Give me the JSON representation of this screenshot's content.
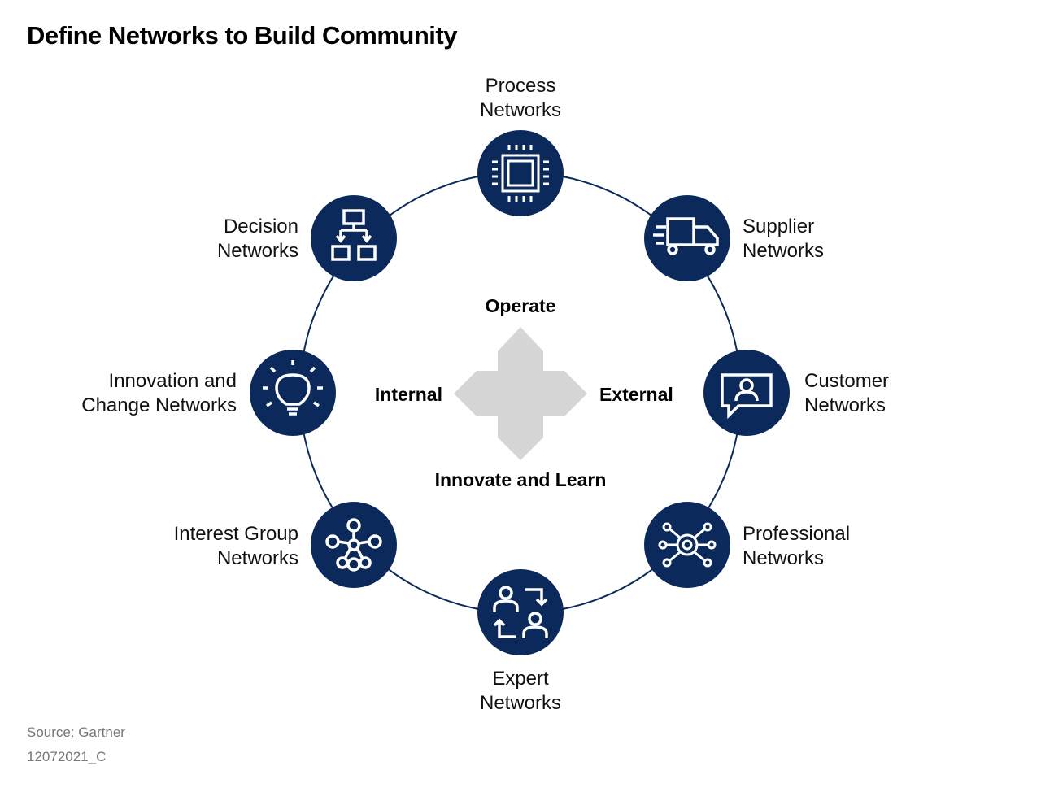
{
  "title": "Define Networks to Build Community",
  "colors": {
    "node": "#0b2a5b",
    "ring": "#0b2a5b",
    "arrows": "#d6d6d6",
    "footer": "#777777"
  },
  "center": {
    "top": "Operate",
    "bottom": "Innovate and Learn",
    "left": "Internal",
    "right": "External"
  },
  "networks": [
    {
      "icon": "chip-icon",
      "line1": "Process",
      "line2": "Networks"
    },
    {
      "icon": "truck-icon",
      "line1": "Supplier",
      "line2": "Networks"
    },
    {
      "icon": "chat-person-icon",
      "line1": "Customer",
      "line2": "Networks"
    },
    {
      "icon": "target-network-icon",
      "line1": "Professional",
      "line2": "Networks"
    },
    {
      "icon": "people-exchange-icon",
      "line1": "Expert",
      "line2": "Networks"
    },
    {
      "icon": "hub-network-icon",
      "line1": "Interest Group",
      "line2": "Networks"
    },
    {
      "icon": "lightbulb-icon",
      "line1": "Innovation and",
      "line2": "Change Networks"
    },
    {
      "icon": "flowchart-icon",
      "line1": "Decision",
      "line2": "Networks"
    }
  ],
  "footer": {
    "source": "Source: Gartner",
    "code": "12072021_C"
  }
}
